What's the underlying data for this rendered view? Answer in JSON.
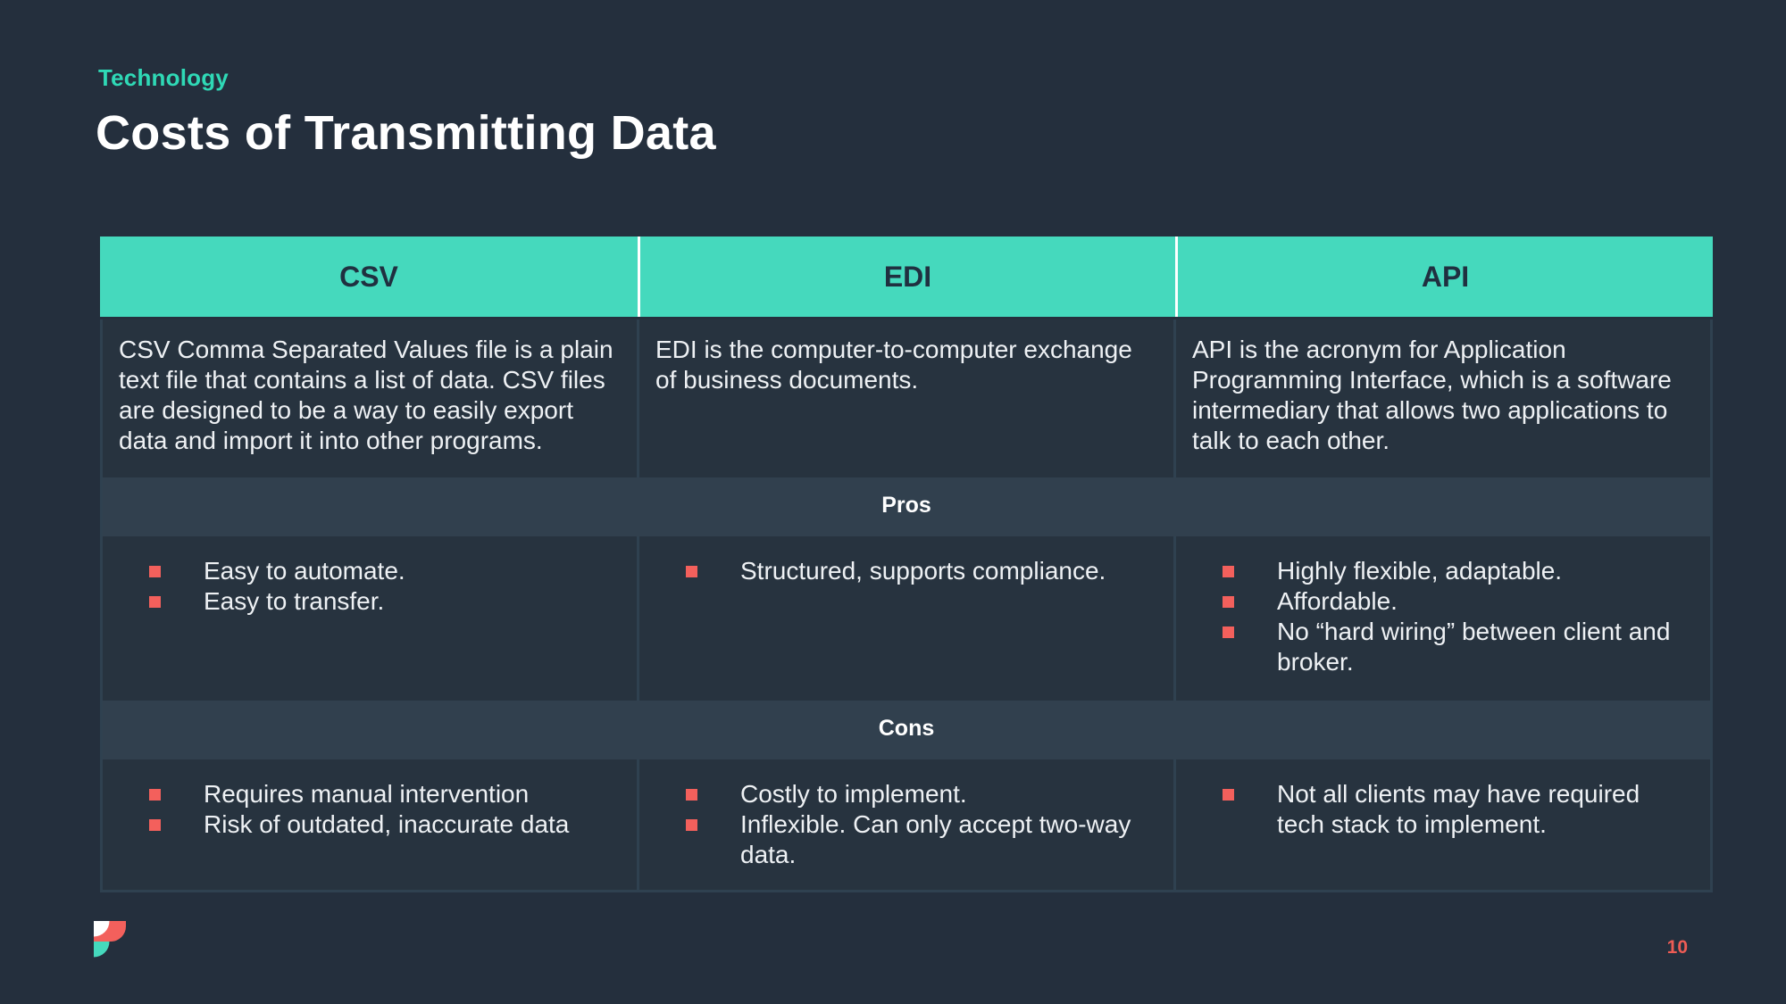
{
  "slide": {
    "eyebrow": "Technology",
    "title": "Costs of Transmitting Data",
    "page_number": "10"
  },
  "colors": {
    "background": "#242f3d",
    "accent_teal": "#45d9bd",
    "eyebrow_teal": "#2fd9b6",
    "bullet_red": "#f3605c",
    "page_number_red": "#ee5c55",
    "cell_background": "#27333f",
    "band_background": "#31404e",
    "grid_line": "#2f4150",
    "header_text": "#203040",
    "body_text": "#eef1f4"
  },
  "table": {
    "section_labels": {
      "pros": "Pros",
      "cons": "Cons"
    },
    "columns": [
      {
        "header": "CSV",
        "description": "CSV Comma Separated Values file is a plain text file that contains a list of data. CSV files are designed to be a way to easily export data and import it into other programs.",
        "pros": [
          "Easy to automate.",
          "Easy to transfer."
        ],
        "cons": [
          "Requires manual intervention",
          "Risk of outdated, inaccurate data"
        ]
      },
      {
        "header": "EDI",
        "description": "EDI is the computer-to-computer exchange of business documents.",
        "pros": [
          "Structured, supports compliance."
        ],
        "cons": [
          "Costly to implement.",
          "Inflexible. Can only accept two-way data."
        ]
      },
      {
        "header": "API",
        "description": "API is the acronym for Application Programming Interface, which is a software intermediary that allows two applications to talk to each other.",
        "pros": [
          "Highly flexible, adaptable.",
          "Affordable.",
          "No “hard wiring” between client and broker."
        ],
        "cons": [
          "Not all clients may have required tech stack to implement."
        ]
      }
    ]
  }
}
